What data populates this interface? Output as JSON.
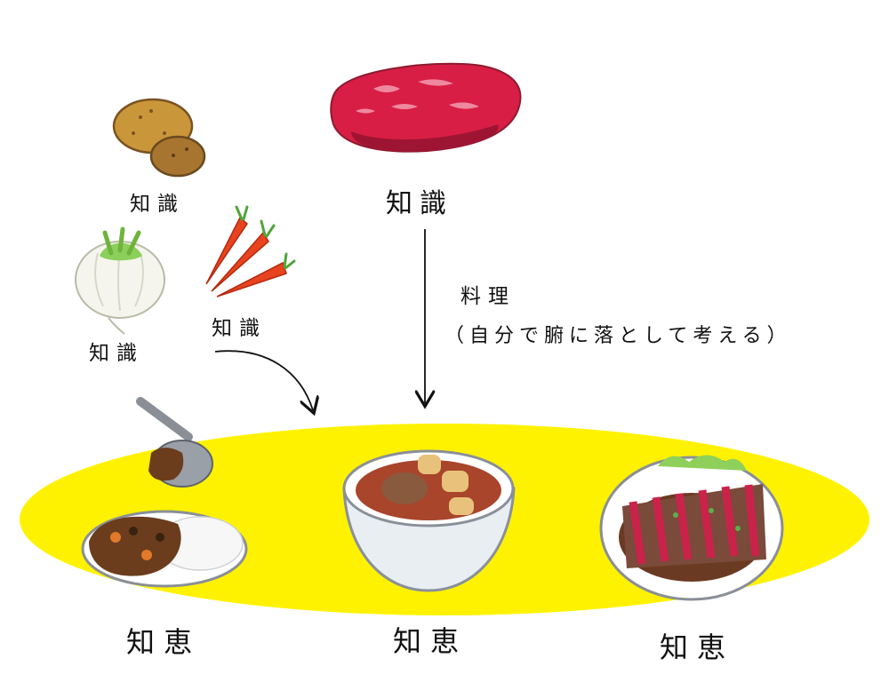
{
  "ingredients": {
    "potato_label": "知識",
    "meat_label": "知識",
    "turnip_label": "知識",
    "carrot_label": "知識"
  },
  "process": {
    "label": "料理",
    "note": "（自分で腑に落として考える）"
  },
  "dishes": {
    "curry_label": "知恵",
    "stew_label": "知恵",
    "steak_label": "知恵"
  },
  "colors": {
    "ellipse": "#fff200",
    "meat": "#d81e45",
    "carrot": "#e8431f",
    "potato": "#c9963a",
    "bowl": "#e9eef3"
  }
}
